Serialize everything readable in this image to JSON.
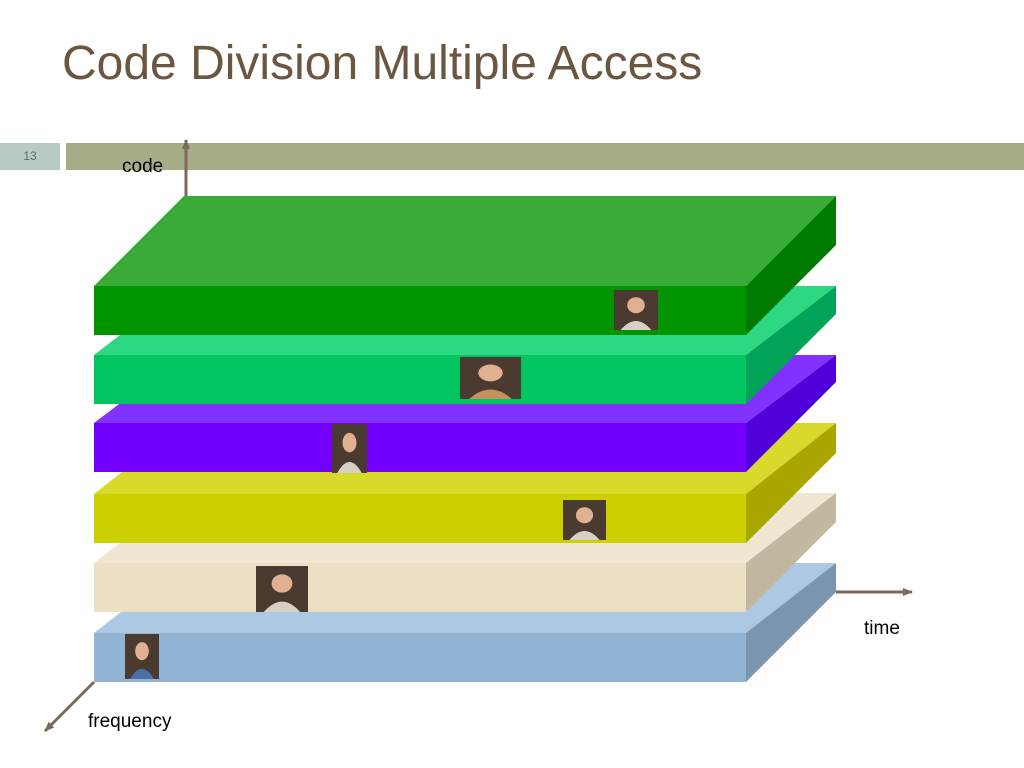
{
  "slide": {
    "title": "Code Division Multiple Access",
    "number": "13"
  },
  "axes": {
    "code_label": "code",
    "time_label": "time",
    "frequency_label": "frequency"
  },
  "layers": [
    {
      "name": "code-layer-1",
      "colors": {
        "front": "#92b4d4",
        "top": "#acc8e2",
        "side": "#7a95b0"
      },
      "user_icon": "user-photo-man-phone-blue-shirt"
    },
    {
      "name": "code-layer-2",
      "colors": {
        "front": "#ebdfc4",
        "top": "#f1e6d1",
        "side": "#c2b79f"
      },
      "user_icon": "user-photo-man-phone-glasses"
    },
    {
      "name": "code-layer-3",
      "colors": {
        "front": "#cccf00",
        "top": "#d8d92b",
        "side": "#aaa600"
      },
      "user_icon": "user-photo-man-bandana"
    },
    {
      "name": "code-layer-4",
      "colors": {
        "front": "#7300ff",
        "top": "#8232ff",
        "side": "#5000d9"
      },
      "user_icon": "user-photo-man-suit-standing"
    },
    {
      "name": "code-layer-5",
      "colors": {
        "front": "#00c561",
        "top": "#2ed883",
        "side": "#00a358"
      },
      "user_icon": "user-photo-woman-phone"
    },
    {
      "name": "code-layer-6",
      "colors": {
        "front": "#009500",
        "top": "#38aa38",
        "side": "#007a00"
      },
      "user_icon": "user-photo-man-cap"
    }
  ],
  "axis_color": "#7a6a5a"
}
